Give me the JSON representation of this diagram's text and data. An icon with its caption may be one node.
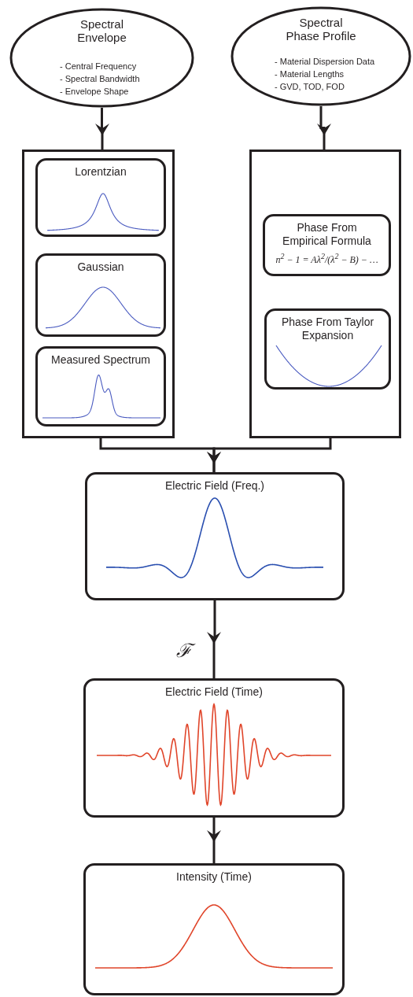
{
  "diagram": {
    "nodes": [
      {
        "text": [
          "Spectral Envelope",
          "- Central Frequency",
          "- Spectral Bandwidth",
          "- Envelope Shape"
        ]
      },
      {
        "text": [
          "Spectral Phase Profile",
          "- Material Dispersion Data",
          "- Material Lengths",
          "- GVD, TOD, FOD"
        ]
      },
      {
        "text": [],
        "shape": "box"
      },
      {
        "text": [
          "Lorentzian"
        ],
        "in": 2
      },
      {
        "text": [
          "Gaussian"
        ],
        "in": 2
      },
      {
        "text": [
          "Measured Spectrum"
        ],
        "in": 2
      },
      {
        "text": [],
        "shape": "box"
      },
      {
        "text": [
          "Phase From Empirical Formula",
          "n$^{2}$ − 1 = Aλ$^{2}$/(λ$^{2}$ − B) − …"
        ],
        "in": 6
      },
      {
        "text": [
          "Phase From Taylor Expansion"
        ],
        "in": 6
      },
      {
        "text": [
          "Electric Field (Freq.)"
        ]
      },
      {
        "text": [
          "Electric Field (Time)"
        ]
      },
      {
        "text": [
          "Intensity (Time)"
        ]
      }
    ],
    "edges": [
      {
        "from": 0,
        "to": 2,
        "arrow": "to"
      },
      {
        "from": 1,
        "to": 6,
        "arrow": "to"
      },
      {
        "from": 2,
        "to": 9,
        "arrow": "to"
      },
      {
        "from": 6,
        "to": 9,
        "arrow": "to"
      },
      {
        "from": 9,
        "to": 10,
        "arrow": "to",
        "label": "ℱ"
      },
      {
        "from": 10,
        "to": 11,
        "arrow": "to"
      }
    ]
  }
}
